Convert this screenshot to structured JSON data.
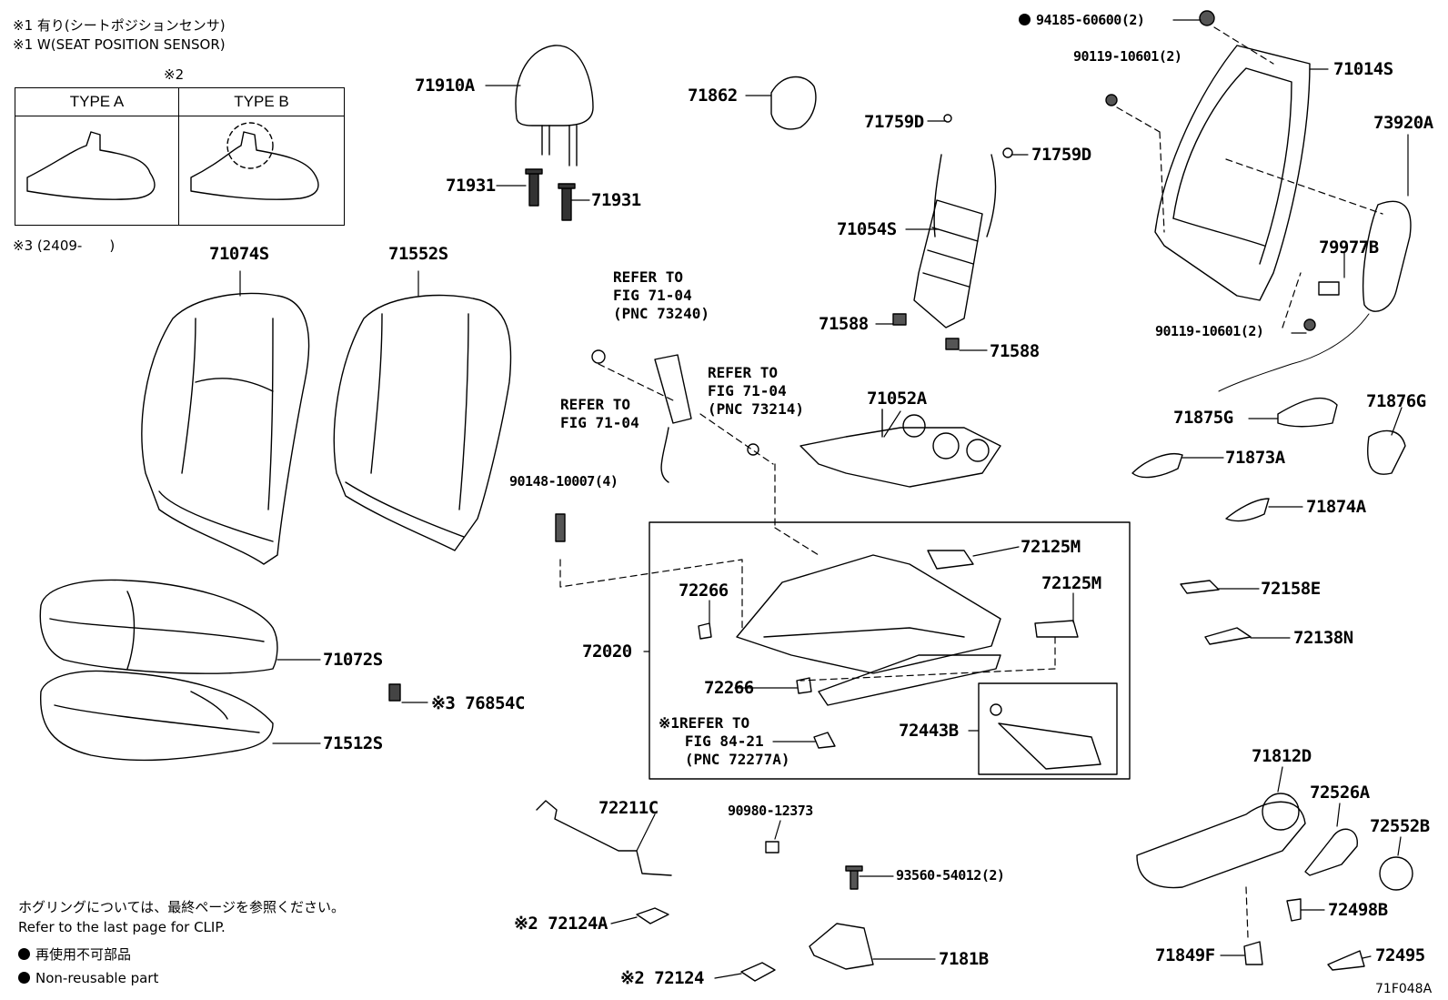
{
  "notes": {
    "note1_ja": "※1 有り(シートポジションセンサ)",
    "note1_en": "※1 W(SEAT POSITION SENSOR)",
    "note2": "※2",
    "type_a": "TYPE A",
    "type_b": "TYPE B",
    "note3": "※3 (2409-　　)",
    "clip_ja": "ホグリングについては、最終ページを参照ください。",
    "clip_en": "Refer to the last page for CLIP.",
    "nonreuse_ja": "再使用不可部品",
    "nonreuse_en": "Non-reusable part",
    "figure_code": "71F048A"
  },
  "parts": {
    "p71910A": "71910A",
    "p71862": "71862",
    "p71931a": "71931",
    "p71931b": "71931",
    "p71074S": "71074S",
    "p71552S": "71552S",
    "p71072S": "71072S",
    "p71512S": "71512S",
    "p76854C": "※3 76854C",
    "p71759Da": "71759D",
    "p71759Db": "71759D",
    "p71054S": "71054S",
    "p71588a": "71588",
    "p71588b": "71588",
    "p71052A": "71052A",
    "p94185": "94185-60600(2)",
    "p90119a": "90119-10601(2)",
    "p90119b": "90119-10601(2)",
    "p71014S": "71014S",
    "p73920A": "73920A",
    "p79977B": "79977B",
    "p71875G": "71875G",
    "p71876G": "71876G",
    "p71873A": "71873A",
    "p71874A": "71874A",
    "p72158E": "72158E",
    "p72138N": "72138N",
    "p90148": "90148-10007(4)",
    "p72125Ma": "72125M",
    "p72125Mb": "72125M",
    "p72266a": "72266",
    "p72266b": "72266",
    "p72020": "72020",
    "p72443B": "72443B",
    "p72211C": "72211C",
    "p90980": "90980-12373",
    "p93560": "93560-54012(2)",
    "p7181B": "7181B",
    "p72124A": "※2 72124A",
    "p72124": "※2 72124",
    "p71812D": "71812D",
    "p72526A": "72526A",
    "p72552B": "72552B",
    "p72498B": "72498B",
    "p71849F": "71849F",
    "p72495": "72495"
  },
  "refs": {
    "ref1": "REFER TO\nFIG 71-04\n(PNC 73240)",
    "ref2": "REFER TO\nFIG 71-04\n(PNC 73214)",
    "ref3": "REFER TO\nFIG 71-04",
    "ref4": "※1REFER TO\n   FIG 84-21\n   (PNC 72277A)"
  }
}
